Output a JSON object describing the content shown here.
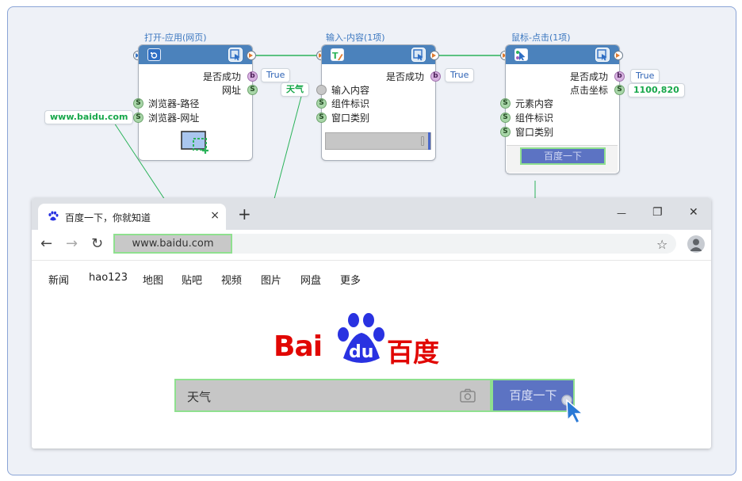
{
  "flow": {
    "node1": {
      "title": "打开-应用(网页)",
      "outputs": [
        {
          "label": "是否成功",
          "port": "b",
          "value": "True"
        },
        {
          "label": "网址",
          "port": "S"
        }
      ],
      "inputs": [
        {
          "label": "浏览器-路径",
          "port": "S"
        },
        {
          "label": "浏览器-网址",
          "port": "S",
          "value": "www.baidu.com"
        }
      ]
    },
    "node2": {
      "title": "输入-内容(1项)",
      "outputs": [
        {
          "label": "是否成功",
          "port": "b",
          "value": "True"
        }
      ],
      "inputs": [
        {
          "label": "输入内容",
          "value": "天气"
        },
        {
          "label": "组件标识",
          "port": "S"
        },
        {
          "label": "窗口类别",
          "port": "S"
        }
      ]
    },
    "node3": {
      "title": "鼠标-点击(1项)",
      "outputs": [
        {
          "label": "是否成功",
          "port": "b",
          "value": "True"
        },
        {
          "label": "点击坐标",
          "port": "S",
          "value": "1100,820"
        }
      ],
      "inputs": [
        {
          "label": "元素内容",
          "port": "S"
        },
        {
          "label": "组件标识",
          "port": "S"
        },
        {
          "label": "窗口类别",
          "port": "S"
        }
      ],
      "preview_label": "百度一下"
    }
  },
  "browser": {
    "tab_title": "百度一下，你就知道",
    "tab_close": "×",
    "new_tab": "+",
    "win_min": "—",
    "win_restore": "❐",
    "win_close": "✕",
    "back": "←",
    "forward": "→",
    "reload": "↻",
    "url": "www.baidu.com",
    "star": "☆",
    "nav_links": [
      "新闻",
      "hao123",
      "地图",
      "贴吧",
      "视频",
      "图片",
      "网盘",
      "更多"
    ],
    "logo": {
      "bai": "Bai",
      "du": "du",
      "cn": "百度"
    },
    "search_value": "天气",
    "search_button": "百度一下"
  },
  "colors": {
    "accent_green": "#17a74a",
    "node_header": "#4b82bc",
    "baidu_red": "#e10602",
    "baidu_blue": "#2932e1",
    "search_button": "#5c73c3"
  }
}
